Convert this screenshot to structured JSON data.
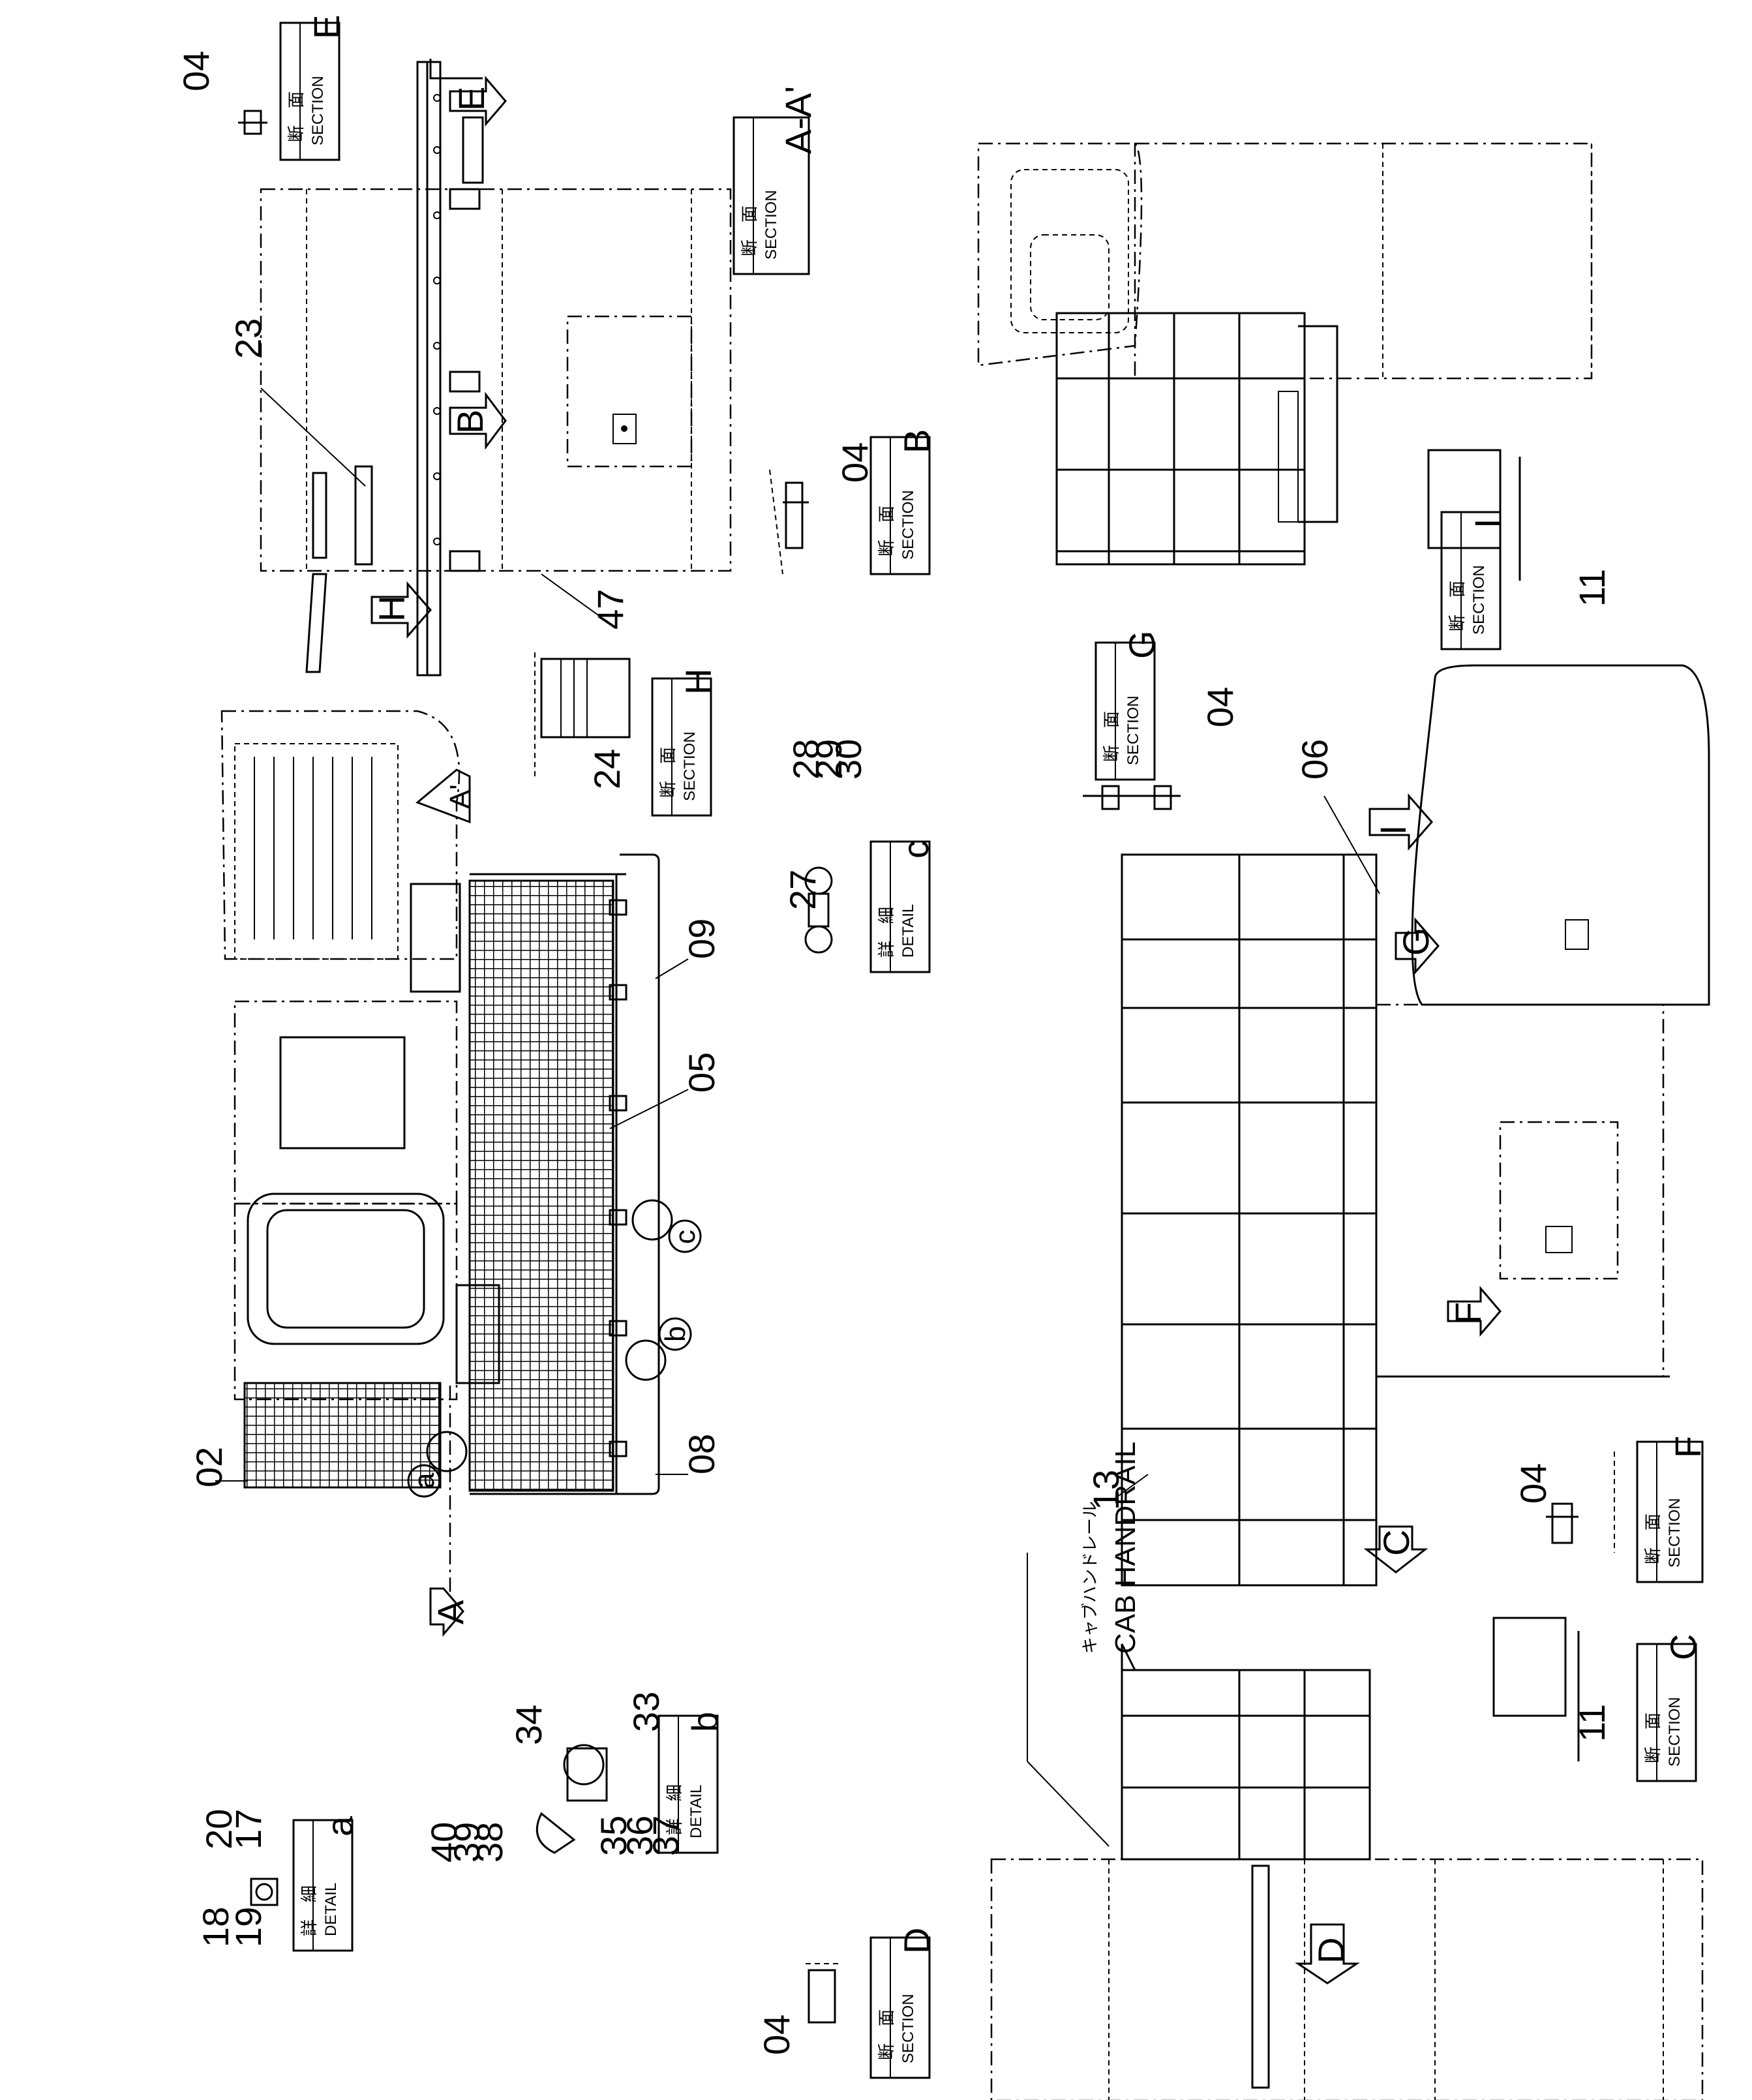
{
  "parts": {
    "p02": "02",
    "p04": "04",
    "p05": "05",
    "p06": "06",
    "p08": "08",
    "p09": "09",
    "p11": "11",
    "p13": "13",
    "p17": "17",
    "p18": "18",
    "p19": "19",
    "p20": "20",
    "p23": "23",
    "p24": "24",
    "p27": "27",
    "p28": "28",
    "p29": "29",
    "p30": "30",
    "p33": "33",
    "p34": "34",
    "p35": "35",
    "p36": "36",
    "p37": "37",
    "p38": "38",
    "p39": "39",
    "p40": "40",
    "p47": "47"
  },
  "views": {
    "view_a": "A",
    "view_a_prime": "A'",
    "view_b": "B",
    "view_c": "C",
    "view_d": "D",
    "view_e": "E",
    "view_f": "F",
    "view_g": "G",
    "view_h": "H",
    "view_i": "I",
    "det_a": "a",
    "det_b": "b",
    "det_c": "c"
  },
  "labels": {
    "section_jp": "断　面",
    "section_en": "SECTION",
    "detail_jp": "詳　細",
    "detail_en": "DETAIL",
    "section_aa": "A-A'",
    "handrail_jp": "キャブハンドレール",
    "handrail_en": "CAB HANDRAIL"
  }
}
